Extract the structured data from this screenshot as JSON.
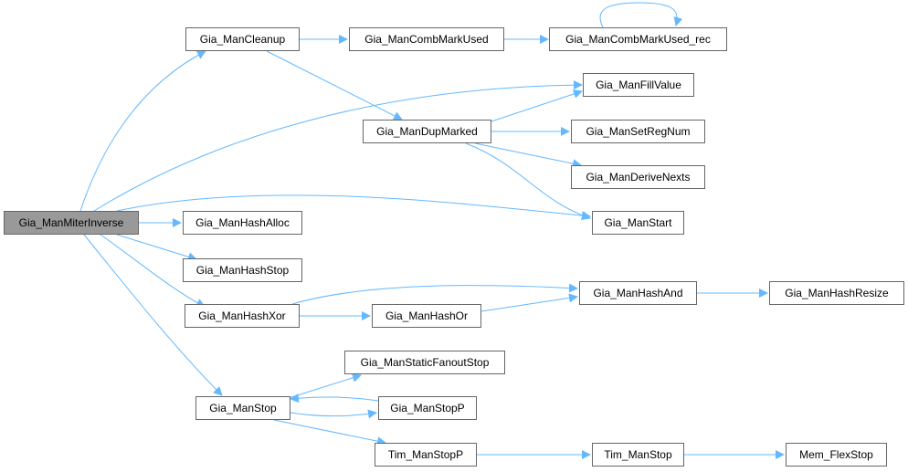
{
  "colors": {
    "edge": "#63b8ff",
    "node_border": "#666666",
    "root_fill": "#999999",
    "node_fill": "#ffffff"
  },
  "nodes": {
    "miter_inverse": "Gia_ManMiterInverse",
    "cleanup": "Gia_ManCleanup",
    "comb_mark_used": "Gia_ManCombMarkUsed",
    "comb_mark_used_rec": "Gia_ManCombMarkUsed_rec",
    "fill_value": "Gia_ManFillValue",
    "dup_marked": "Gia_ManDupMarked",
    "set_reg_num": "Gia_ManSetRegNum",
    "derive_nexts": "Gia_ManDeriveNexts",
    "hash_alloc": "Gia_ManHashAlloc",
    "start": "Gia_ManStart",
    "hash_stop": "Gia_ManHashStop",
    "hash_xor": "Gia_ManHashXor",
    "hash_and": "Gia_ManHashAnd",
    "hash_resize": "Gia_ManHashResize",
    "hash_or": "Gia_ManHashOr",
    "static_fanout_stop": "Gia_ManStaticFanoutStop",
    "stop": "Gia_ManStop",
    "stop_p": "Gia_ManStopP",
    "tim_stop_p": "Tim_ManStopP",
    "tim_stop": "Tim_ManStop",
    "mem_flex_stop": "Mem_FlexStop"
  }
}
